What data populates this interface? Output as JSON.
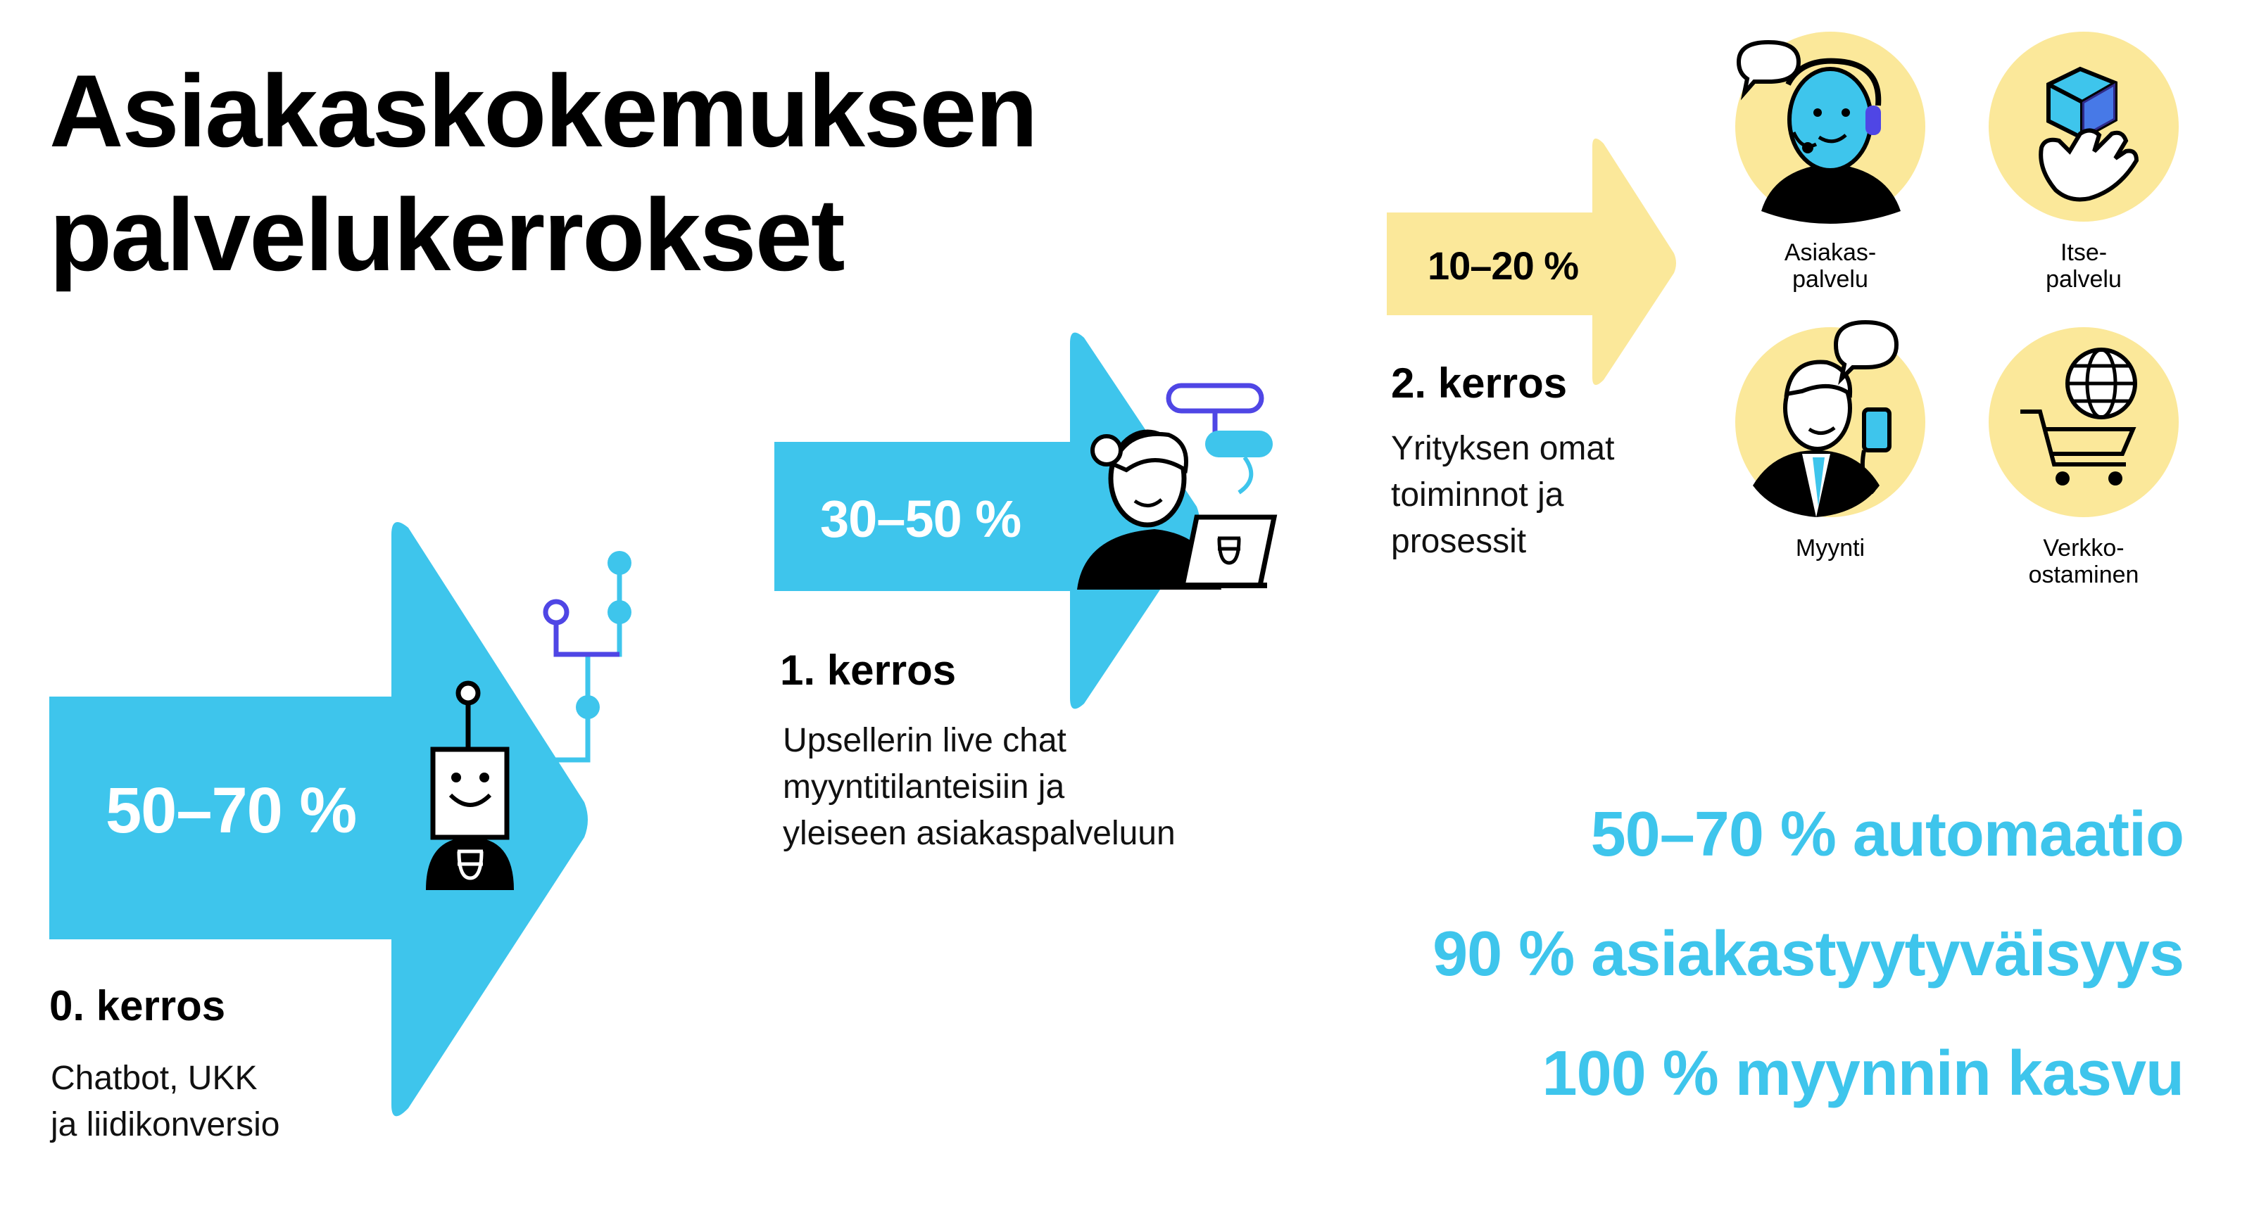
{
  "title": {
    "line1": "Asiakaskokemuksen",
    "line2": "palvelukerrokset"
  },
  "colors": {
    "arrow_blue": "#3ec5ec",
    "arrow_yellow": "#fbe89a",
    "circle_yellow": "#fbe89a",
    "connector_purple": "#4f46e5",
    "stats_blue": "#3ec5ec"
  },
  "layers": [
    {
      "percent": "50–70 %",
      "heading": "0. kerros",
      "desc": [
        "Chatbot, UKK",
        "ja liidikonversio"
      ],
      "icon": "robot-icon"
    },
    {
      "percent": "30–50 %",
      "heading": "1. kerros",
      "desc": [
        "Upsellerin live chat",
        "myyntitilanteisiin ja",
        "yleiseen asiakaspalveluun"
      ],
      "icon": "chat-agent-icon"
    },
    {
      "percent": "10–20 %",
      "heading": "2. kerros",
      "desc": [
        "Yrityksen omat",
        "toiminnot ja",
        "prosessit"
      ],
      "icon": ""
    }
  ],
  "services": [
    {
      "label": [
        "Asiakas-",
        "palvelu"
      ],
      "icon": "headset-agent-icon"
    },
    {
      "label": [
        "Itse-",
        "palvelu"
      ],
      "icon": "hand-cube-icon"
    },
    {
      "label": [
        "Myynti"
      ],
      "icon": "salesman-icon"
    },
    {
      "label": [
        "Verkko-",
        "ostaminen"
      ],
      "icon": "globe-cart-icon"
    }
  ],
  "stats": [
    "50–70 % automaatio",
    "90 % asiakastyytyväisyys",
    "100 % myynnin kasvu"
  ]
}
